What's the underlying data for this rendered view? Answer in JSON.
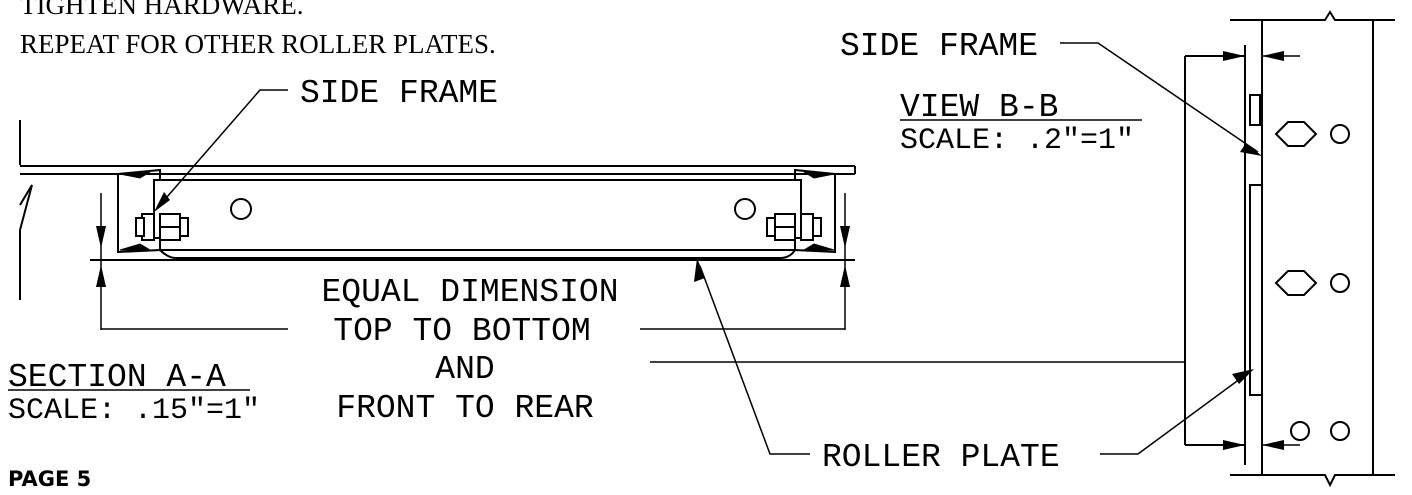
{
  "instructions": {
    "line1": "TIGHTEN HARDWARE.",
    "line2": "REPEAT FOR OTHER ROLLER PLATES."
  },
  "labels": {
    "side_frame_section": "SIDE FRAME",
    "side_frame_view": "SIDE FRAME",
    "view_title": "VIEW B-B",
    "view_scale": "SCALE: .2\"=1\"",
    "equal_dimension_1": "EQUAL DIMENSION",
    "equal_dimension_2": "TOP TO BOTTOM",
    "equal_dimension_3": "AND",
    "equal_dimension_4": "FRONT TO REAR",
    "section_title": "SECTION A-A",
    "section_scale": "SCALE: .15\"=1\"",
    "roller_plate": "ROLLER PLATE",
    "page": "PAGE 5"
  }
}
